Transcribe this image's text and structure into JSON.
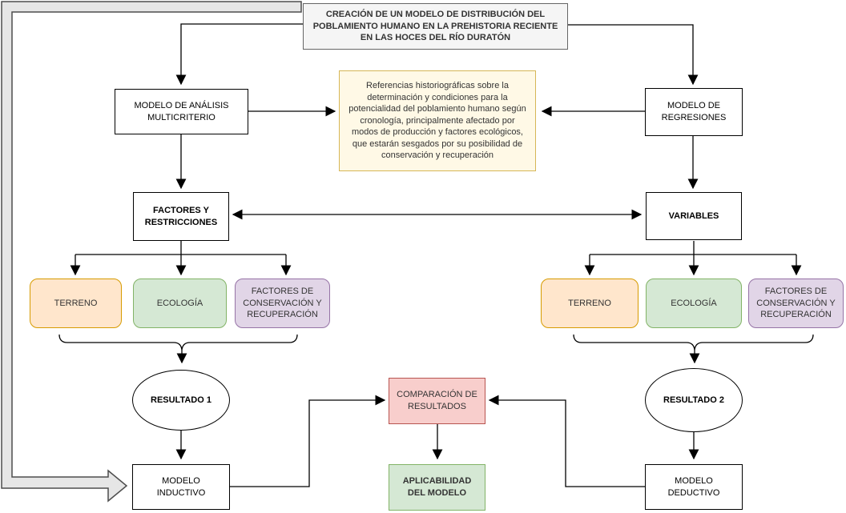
{
  "diagram": {
    "title": "CREACIÓN DE UN MODELO DE DISTRIBUCIÓN DEL POBLAMIENTO HUMANO EN LA PREHISTORIA RECIENTE EN LAS HOCES DEL RÍO DURATÓN",
    "note": "Referencias historiográficas sobre la determinación y condiciones para la potencialidad del poblamiento humano según cronología, principalmente afectado por modos de producción y factores ecológicos, que estarán sesgados por su posibilidad de conservación y recuperación",
    "left": {
      "model": "MODELO DE ANÁLISIS MULTICRITERIO",
      "criteria": "FACTORES Y RESTRICCIONES",
      "factors": [
        "TERRENO",
        "ECOLOGÍA",
        "FACTORES DE CONSERVACIÓN Y RECUPERACIÓN"
      ],
      "result": "RESULTADO 1",
      "output_model": "MODELO INDUCTIVO"
    },
    "right": {
      "model": "MODELO DE REGRESIONES",
      "criteria": "VARIABLES",
      "factors": [
        "TERRENO",
        "ECOLOGÍA",
        "FACTORES DE CONSERVACIÓN Y RECUPERACIÓN"
      ],
      "result": "RESULTADO 2",
      "output_model": "MODELO DEDUCTIVO"
    },
    "comparison": "COMPARACIÓN DE RESULTADOS",
    "applicability": "APLICABILIDAD DEL MODELO",
    "colors": {
      "terrain_fill": "#FFE6CC",
      "terrain_border": "#D79B00",
      "ecology_fill": "#D5E8D4",
      "ecology_border": "#82B366",
      "conservation_fill": "#E1D5E7",
      "conservation_border": "#9673A6",
      "comparison_fill": "#F8CECC",
      "comparison_border": "#B85450",
      "applicability_fill": "#D5E8D4",
      "applicability_border": "#82B366",
      "note_fill": "#FFF9E6",
      "note_border": "#D6B656",
      "title_fill": "#F5F5F5",
      "title_border": "#666666",
      "fat_arrow_fill": "#E6E6E6",
      "fat_arrow_border": "#4D4D4D"
    }
  }
}
